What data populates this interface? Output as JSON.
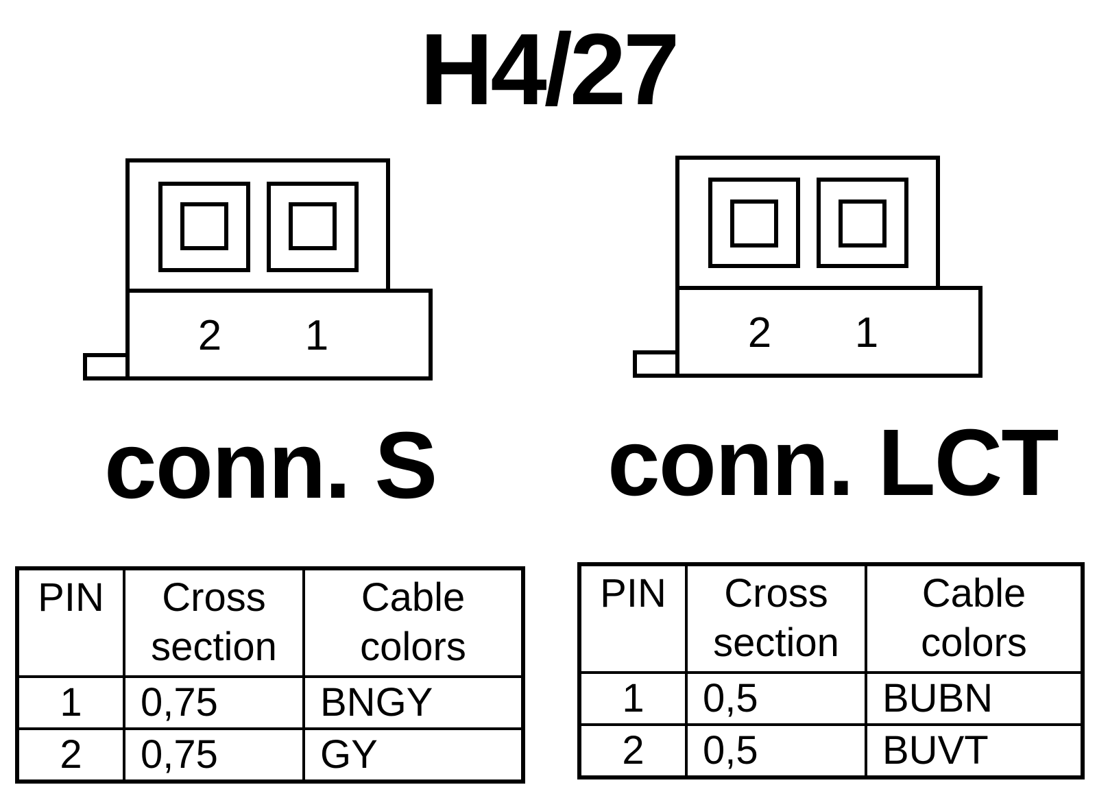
{
  "title": "H4/27",
  "connectors": [
    {
      "label": "conn. S",
      "pins": [
        "2",
        "1"
      ]
    },
    {
      "label": "conn. LCT",
      "pins": [
        "2",
        "1"
      ]
    }
  ],
  "tables": [
    {
      "headers": [
        "PIN",
        "Cross section",
        "Cable colors"
      ],
      "rows": [
        {
          "pin": "1",
          "cross_section": "0,75",
          "colors": "BNGY"
        },
        {
          "pin": "2",
          "cross_section": "0,75",
          "colors": "GY"
        }
      ]
    },
    {
      "headers": [
        "PIN",
        "Cross section",
        "Cable colors"
      ],
      "rows": [
        {
          "pin": "1",
          "cross_section": "0,5",
          "colors": "BUBN"
        },
        {
          "pin": "2",
          "cross_section": "0,5",
          "colors": "BUVT"
        }
      ]
    }
  ]
}
